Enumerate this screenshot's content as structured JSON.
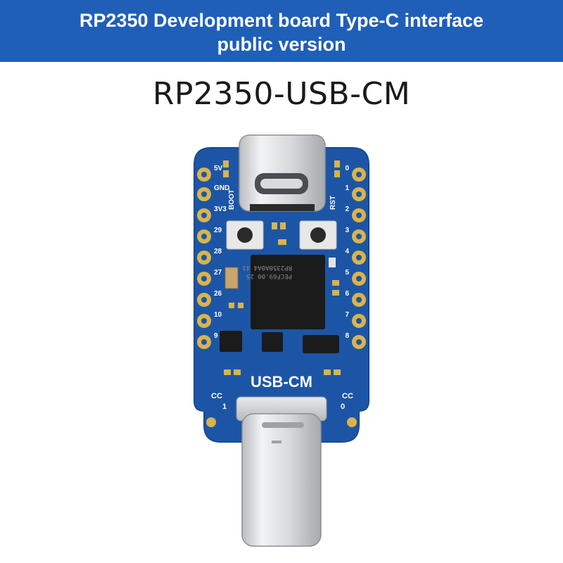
{
  "banner": {
    "line1": "RP2350 Development board Type-C interface",
    "line2": "public version"
  },
  "model_title": "RP2350-USB-CM",
  "board": {
    "left_pins": [
      "5V",
      "GND",
      "3V3",
      "29",
      "28",
      "27",
      "26",
      "10",
      "9"
    ],
    "right_pins": [
      "0",
      "1",
      "2",
      "3",
      "4",
      "5",
      "6",
      "7",
      "8"
    ],
    "boot_label": "BOOT",
    "rst_label": "RST",
    "board_name": "USB-CM",
    "cc_left": "CC",
    "cc_left_num": "1",
    "cc_right": "CC",
    "cc_right_num": "0",
    "chip_line1": "RP2350A0A4 43",
    "chip_line2": "PECF69.00 25"
  },
  "colors": {
    "banner": "#1f5fb8",
    "pcb": "#1d55a6",
    "pad_gold": "#d9b44a",
    "chip": "#1b1b1b"
  }
}
